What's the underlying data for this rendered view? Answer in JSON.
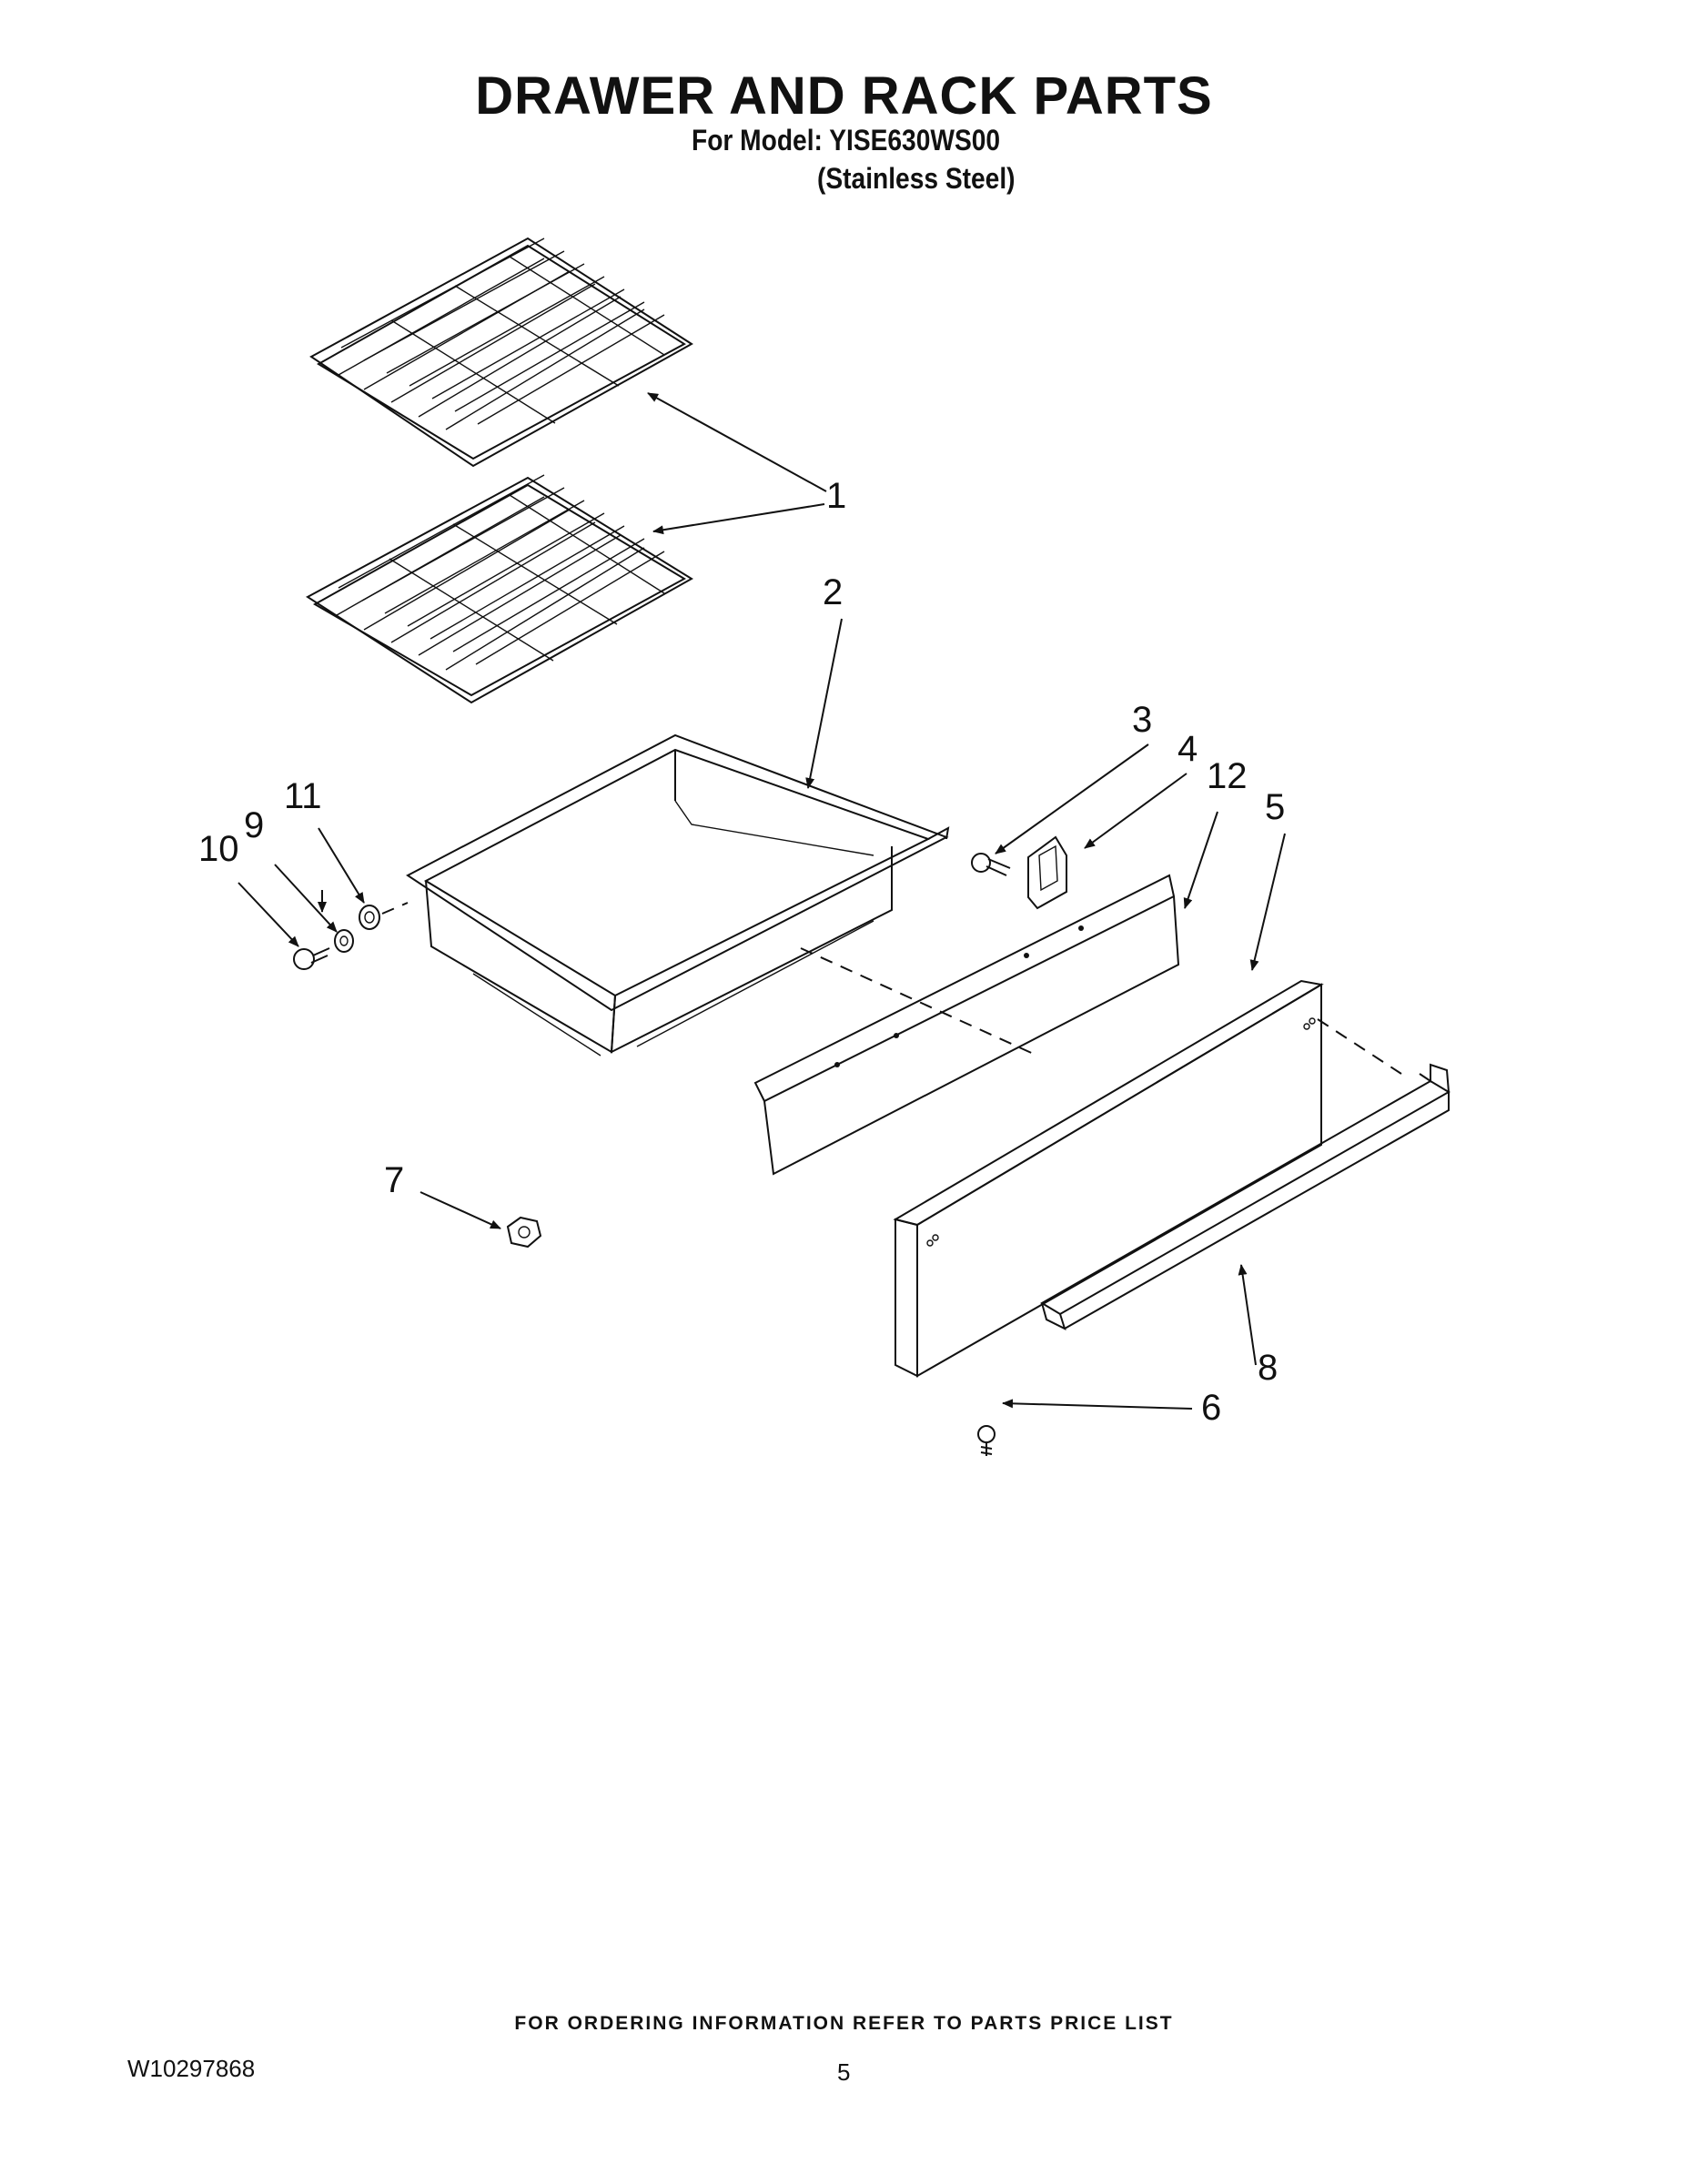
{
  "header": {
    "title": "DRAWER AND RACK PARTS",
    "model_line": "For Model: YISE630WS00",
    "finish_line": "(Stainless Steel)"
  },
  "callouts": {
    "c1": "1",
    "c2": "2",
    "c3": "3",
    "c4": "4",
    "c5": "5",
    "c6": "6",
    "c7": "7",
    "c8": "8",
    "c9": "9",
    "c10": "10",
    "c11": "11",
    "c12": "12"
  },
  "footer": {
    "ordering_note": "FOR ORDERING INFORMATION REFER TO PARTS PRICE LIST",
    "document_number": "W10297868",
    "page_number": "5"
  }
}
